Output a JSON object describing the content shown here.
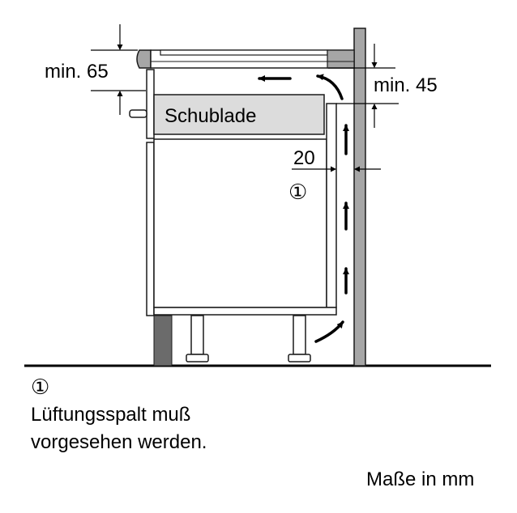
{
  "labels": {
    "min_top_left": "min. 65",
    "min_right": "min. 45",
    "drawer": "Schublade",
    "gap": "20",
    "marker": "①"
  },
  "legend": {
    "marker": "①",
    "line1": "Lüftungsspalt muß",
    "line2": "vorgesehen werden."
  },
  "units_note": "Maße in mm",
  "colors": {
    "panel_gray": "#a6a6a6",
    "drawer_gray": "#dcdcdc",
    "stroke": "#1a1a1a",
    "leg_dark": "#6b6b6b"
  }
}
